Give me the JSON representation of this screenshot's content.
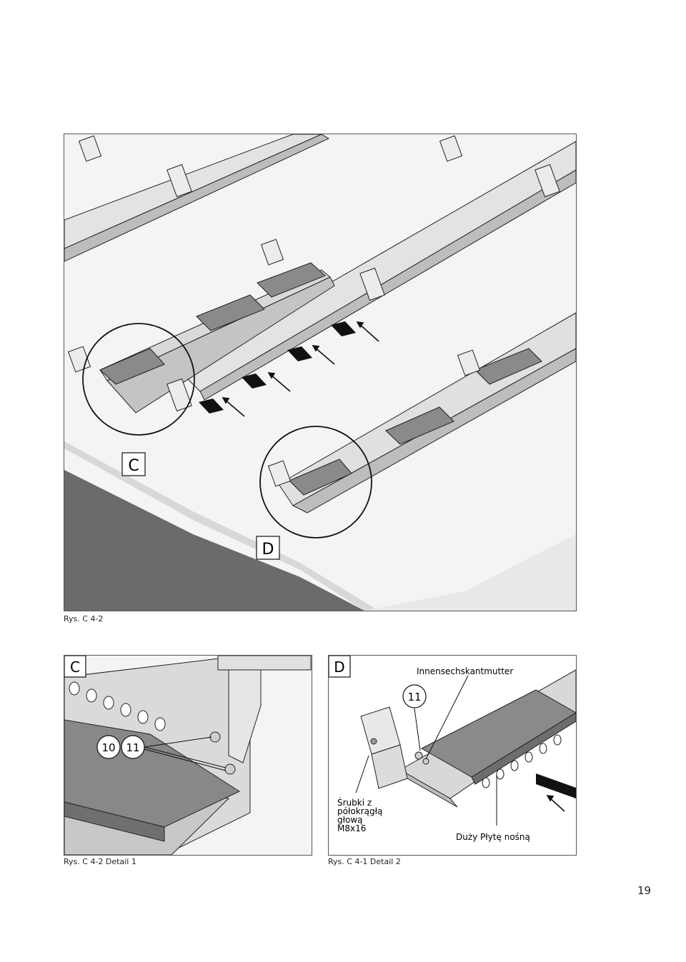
{
  "figure_main": {
    "label_c": "C",
    "label_d": "D",
    "caption": "Rys. C 4-2"
  },
  "detail_1": {
    "label": "C",
    "callout_10": "10",
    "callout_11": "11",
    "caption": "Rys. C 4-2 Detail 1"
  },
  "detail_2": {
    "label": "D",
    "callout_11": "11",
    "label_nut": "Innensechskantmutter",
    "label_screws_line1": "Śrubki z",
    "label_screws_line2": "półokrągłą",
    "label_screws_line3": "głową",
    "label_screws_line4": "M8x16",
    "label_board": "Duży Płytę nośną",
    "caption": "Rys. C 4-1 Detail 2"
  },
  "page_number": "19",
  "colors": {
    "floor_dark": "#6b6b6b",
    "floor_light": "#efefef",
    "rail": "#dcdcdc",
    "board": "#8a8a8a",
    "line": "#111111"
  }
}
